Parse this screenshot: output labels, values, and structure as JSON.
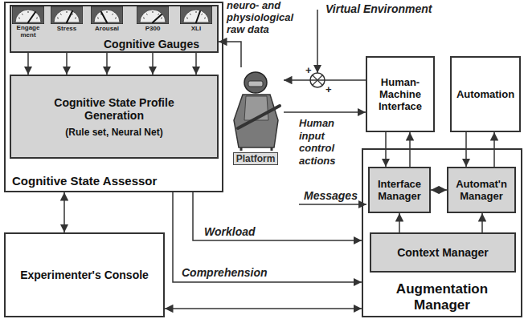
{
  "diagram": {
    "nodes": [
      {
        "text": [
          "Cognitive State Assessor"
        ]
      },
      {
        "text": [
          "Cognitive Gauges"
        ],
        "in": 0
      },
      {
        "text": [
          "Cognitive State Profile Generation",
          "(Rule set, Neural Net)"
        ],
        "in": 0
      },
      {
        "text": [
          "Platform"
        ]
      },
      {
        "text": [
          "Human- Machine Interface"
        ]
      },
      {
        "text": [
          "Automation"
        ]
      },
      {
        "text": [
          "Augmentation Manager"
        ]
      },
      {
        "text": [
          "Interface Manager"
        ],
        "in": 6
      },
      {
        "text": [
          "Automat'n Manager"
        ],
        "in": 6
      },
      {
        "text": [
          "Context Manager"
        ],
        "in": 6
      },
      {
        "text": [
          "Experimenter's Console"
        ]
      }
    ],
    "edges": [
      {
        "from": 3,
        "to": 1,
        "arrow": "to"
      },
      {
        "from": 1,
        "to": 2,
        "arrow": "to"
      },
      {
        "from": 1,
        "to": 2,
        "arrow": "to"
      },
      {
        "from": 1,
        "to": 2,
        "arrow": "to"
      },
      {
        "from": 1,
        "to": 2,
        "arrow": "to"
      },
      {
        "from": 1,
        "to": 2,
        "arrow": "to"
      },
      {
        "from": 4,
        "to": 3,
        "arrow": "to"
      },
      {
        "from": 3,
        "to": 4,
        "arrow": "to"
      },
      {
        "from": 4,
        "to": 7,
        "arrow": "to"
      },
      {
        "from": 7,
        "to": 4,
        "arrow": "to"
      },
      {
        "from": 5,
        "to": 8,
        "arrow": "to"
      },
      {
        "from": 8,
        "to": 5,
        "arrow": "to"
      },
      {
        "from": 7,
        "to": 8,
        "arrow": "both"
      },
      {
        "from": 9,
        "to": 7,
        "arrow": "to"
      },
      {
        "from": 9,
        "to": 8,
        "arrow": "to"
      },
      {
        "from": 0,
        "to": 6,
        "label": "Workload",
        "arrow": "to"
      },
      {
        "from": 0,
        "to": 6,
        "label": "Comprehension",
        "arrow": "to"
      },
      {
        "from": 0,
        "to": 10,
        "arrow": "both"
      },
      {
        "from": 10,
        "to": 6,
        "arrow": "both"
      }
    ],
    "labels": [
      "Engage ment",
      "Stress",
      "Arousal",
      "P300",
      "XLI",
      "neuro- and physiological raw data",
      "Virtual Environment",
      "+",
      "+",
      "Human input control actions",
      "Messages"
    ]
  }
}
